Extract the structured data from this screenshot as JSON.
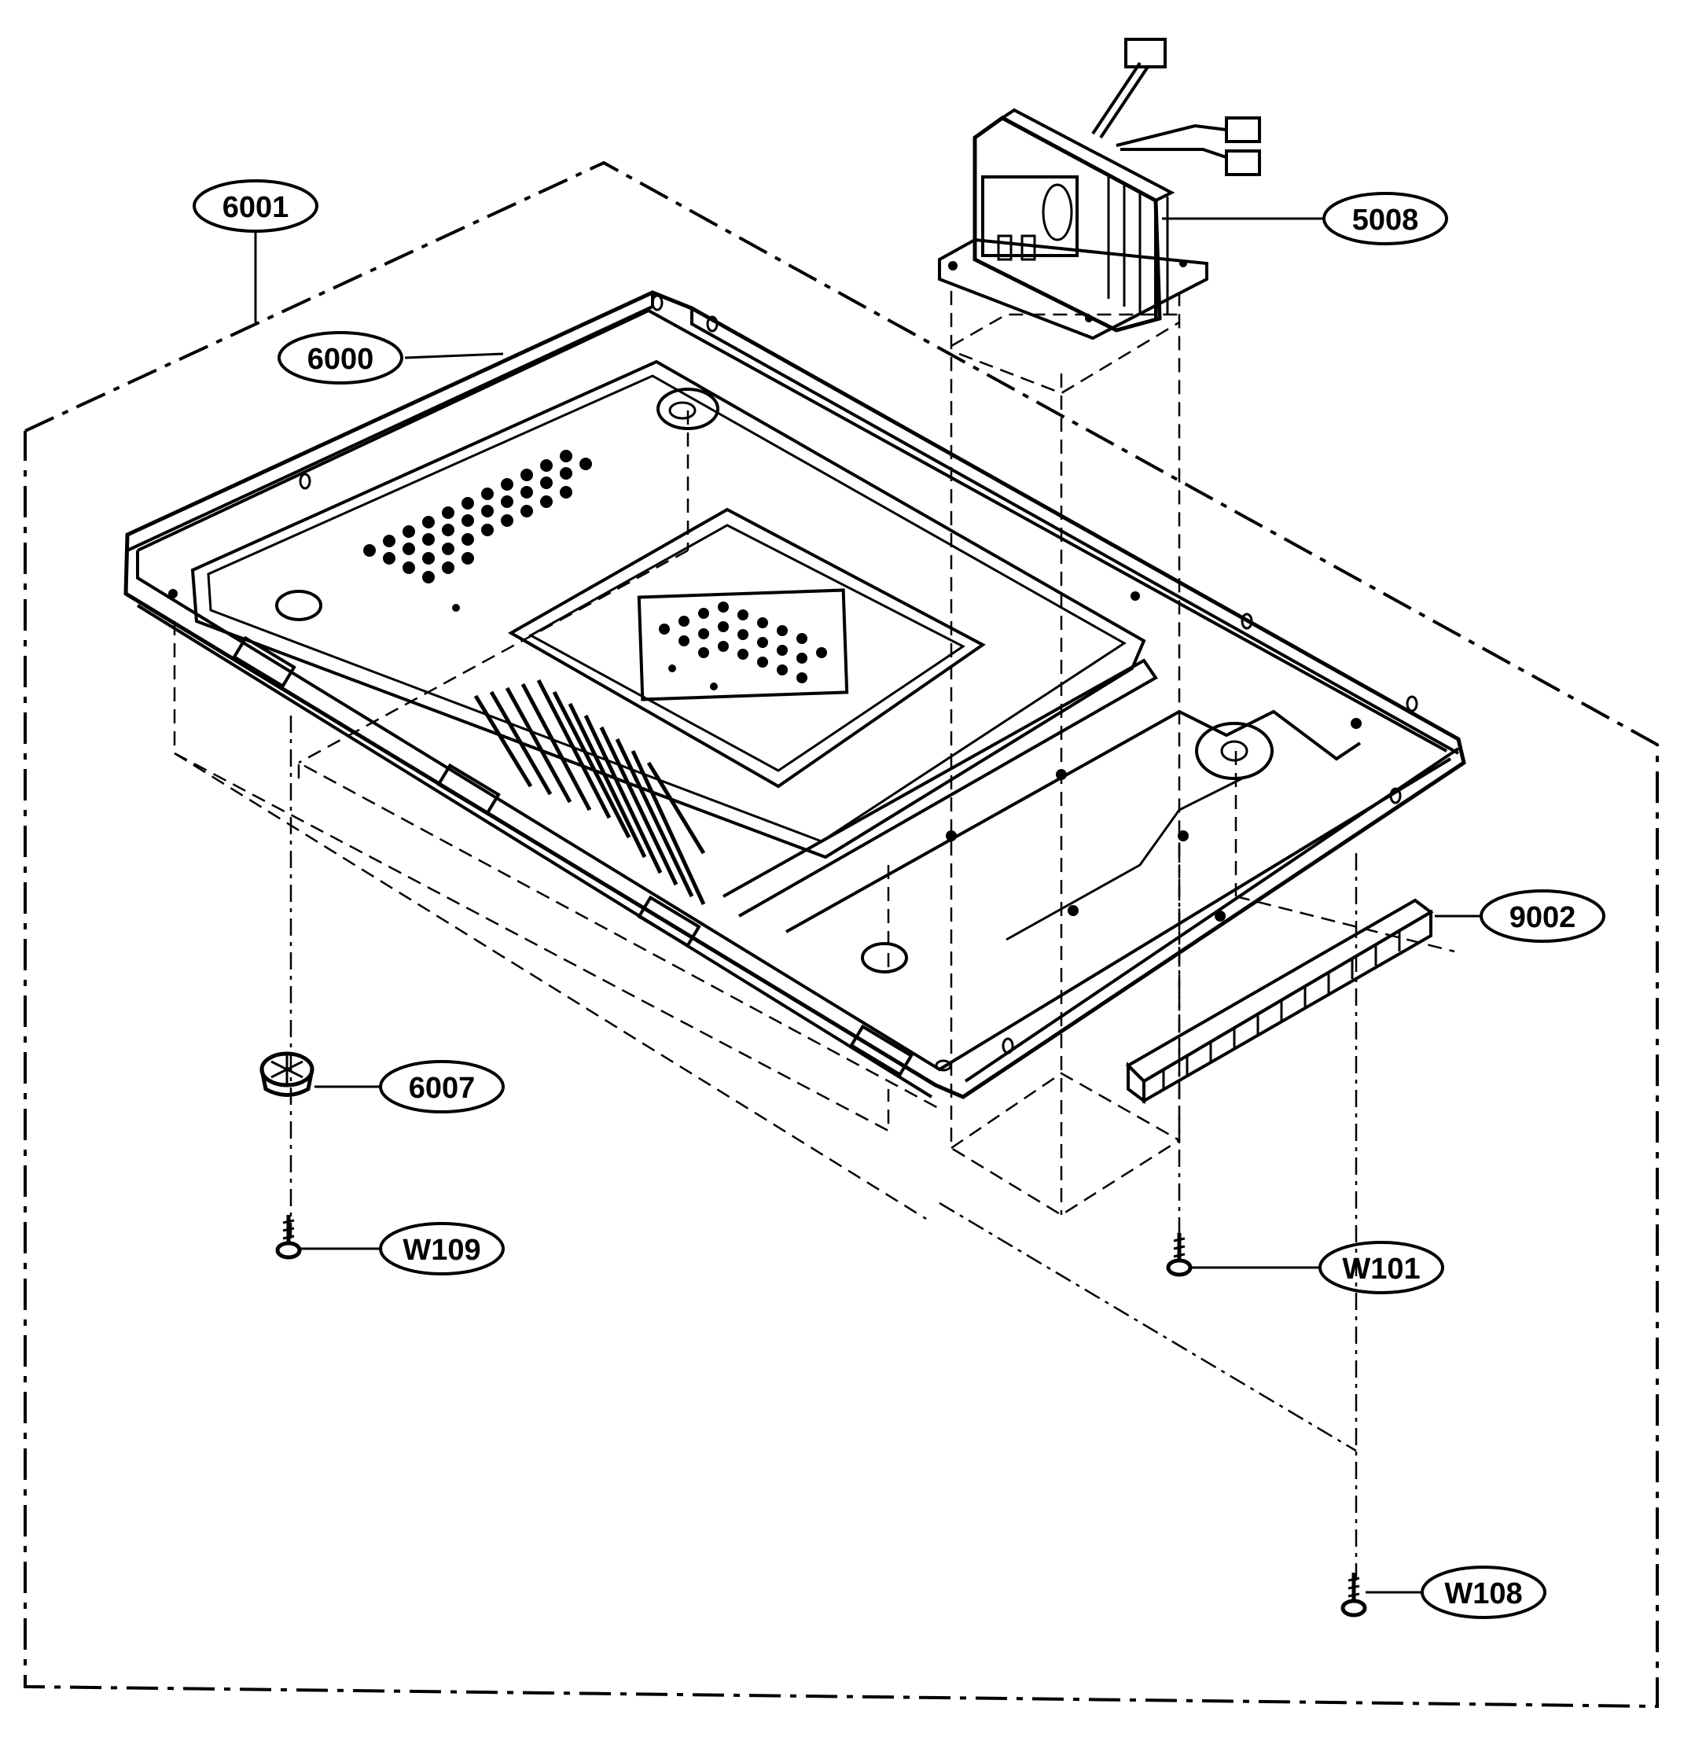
{
  "callouts": {
    "c6001": "6001",
    "c6000": "6000",
    "c5008": "5008",
    "c9002": "9002",
    "c6007": "6007",
    "cW109": "W109",
    "cW101": "W101",
    "cW108": "W108"
  }
}
